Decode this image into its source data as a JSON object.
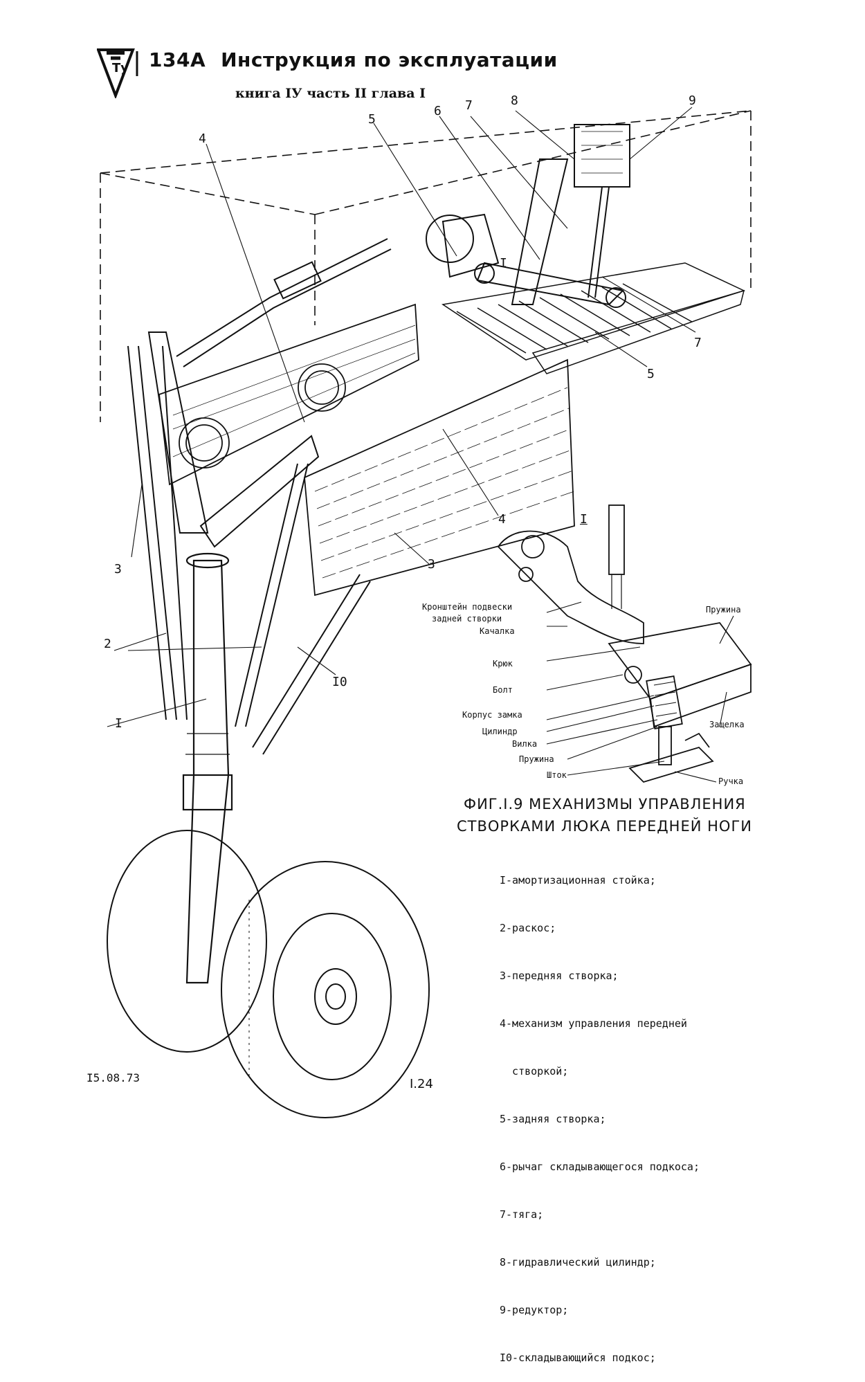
{
  "header": {
    "logo_text": "Ту",
    "model": "134А",
    "title": "Инструкция по эксплуатации",
    "subtitle": "книга IУ часть II  глава I"
  },
  "callouts": {
    "c1a": "I",
    "c1b": "I",
    "c2": "2",
    "c3a": "3",
    "c3b": "3",
    "c4a": "4",
    "c4b": "4",
    "c5a": "5",
    "c5b": "5",
    "c6": "6",
    "c7a": "7",
    "c7b": "7",
    "c8": "8",
    "c9": "9",
    "c10": "I0",
    "detail_label": "I"
  },
  "detail_captions": {
    "bracket_line1": "Кронштейн подвески",
    "bracket_line2": "задней створки",
    "rocker": "Качалка",
    "spring_top": "Пружина",
    "hook": "Крюк",
    "bolt": "Болт",
    "lock_body": "Корпус замка",
    "cylinder": "Цилиндр",
    "fork": "Вилка",
    "spring": "Пружина",
    "rod": "Шток",
    "latch": "Защелка",
    "handle": "Ручка"
  },
  "figure": {
    "title_line1": "ФИГ.I.9  МЕХАНИЗМЫ  УПРАВЛЕНИЯ",
    "title_line2": "СТВОРКАМИ  ЛЮКА  ПЕРЕДНЕЙ  НОГИ",
    "legend": [
      "I-амортизационная стойка;",
      "2-раскос;",
      "3-передняя створка;",
      "4-механизм управления передней",
      "  створкой;",
      "5-задняя створка;",
      "6-рычаг складывающегося подкоса;",
      "7-тяга;",
      "8-гидравлический цилиндр;",
      "9-редуктор;",
      "I0-складывающийся подкос;"
    ]
  },
  "footer": {
    "date": "I5.08.73",
    "page": "I.24"
  }
}
